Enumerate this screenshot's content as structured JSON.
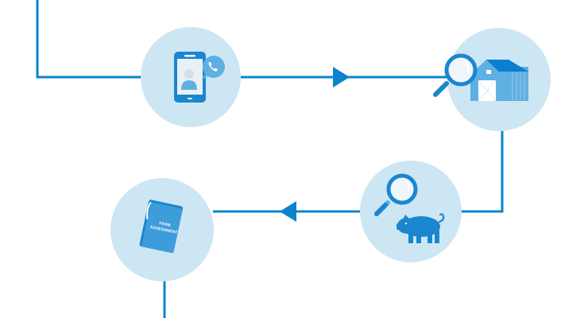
{
  "diagram": {
    "type": "process-flow",
    "colors": {
      "line": "#0a84cc",
      "circle_fill": "#cde6f4",
      "icon_primary": "#1a86cf",
      "icon_light": "#5fb0e2",
      "icon_white": "#ffffff",
      "icon_pale": "#e3eef6"
    },
    "steps": [
      {
        "id": 1,
        "icon": "phone-call-icon",
        "description": "Phone / video call"
      },
      {
        "id": 2,
        "icon": "barn-inspection-icon",
        "description": "Inspect farm buildings"
      },
      {
        "id": 3,
        "icon": "pig-inspection-icon",
        "description": "Inspect livestock"
      },
      {
        "id": 4,
        "icon": "farm-assessment-folder-icon",
        "description": "Farm assessment report"
      }
    ],
    "folder_label": {
      "line1": "FARM",
      "line2": "ASSESSMENT"
    },
    "arrows": [
      {
        "from": 1,
        "to": 2,
        "direction": "right"
      },
      {
        "from": 3,
        "to": 4,
        "direction": "left"
      }
    ]
  }
}
